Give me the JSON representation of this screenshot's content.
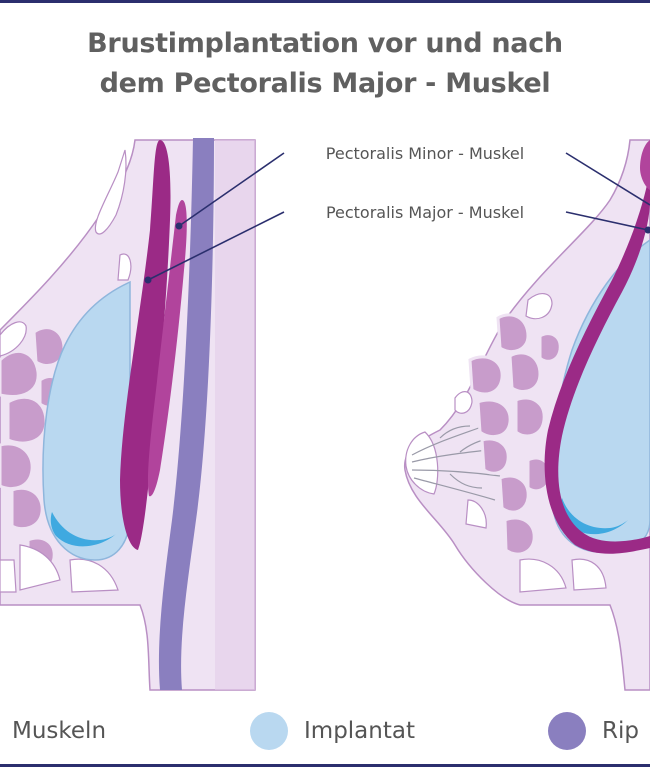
{
  "title": {
    "line1": "Brustimplantation vor und nach",
    "line2": "dem Pectoralis Major - Muskel"
  },
  "labels": {
    "minor": "Pectoralis Minor - Muskel",
    "major": "Pectoralis Major - Muskel"
  },
  "legend": {
    "muskeln": "Muskeln",
    "implantat": "Implantat",
    "rippen": "Rip"
  },
  "colors": {
    "frame": "#2b2f6e",
    "muscle": "#9b2a86",
    "implant": "#b9d8f0",
    "implant_edge": "#3fa9e0",
    "rib": "#8a7fbf",
    "tissue": "#efe3f3",
    "gland": "#c89ccb",
    "leader": "#2b2f6e"
  }
}
